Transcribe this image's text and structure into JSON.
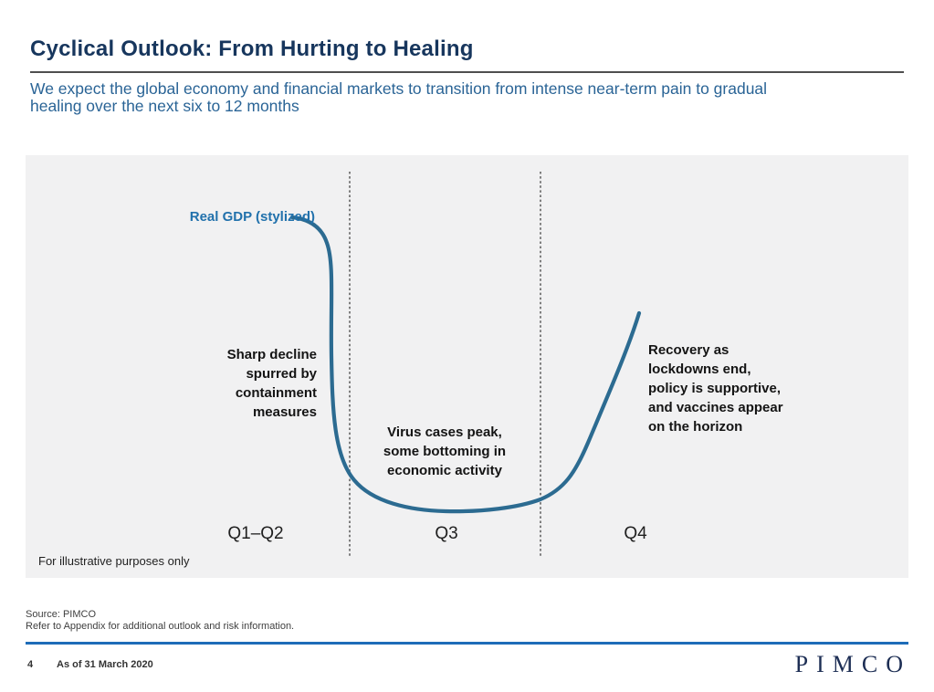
{
  "header": {
    "title": "Cyclical Outlook: From Hurting to Healing",
    "subtitle": "We expect the global economy and financial markets to transition from intense near-term pain to gradual\nhealing over the next six to 12 months"
  },
  "chart": {
    "series_label": "Real GDP (stylized)",
    "annotations": {
      "decline": "Sharp decline\nspurred by\ncontainment\nmeasures",
      "trough": "Virus cases peak,\nsome bottoming in\neconomic activity",
      "recovery": "Recovery as\nlockdowns end,\npolicy is supportive,\nand vaccines appear\non the horizon"
    },
    "quarters": [
      "Q1–Q2",
      "Q3",
      "Q4"
    ],
    "disclaimer": "For illustrative purposes only"
  },
  "chart_data": {
    "type": "line",
    "title": "Real GDP (stylized)",
    "xlabel": "",
    "ylabel": "",
    "x_categories": [
      "Q1–Q2",
      "Q3",
      "Q4"
    ],
    "grid": false,
    "axes_visible": false,
    "legend_position": "inline-label at start of curve",
    "note": "Illustrative U-shaped curve; no numeric axes shown. Values below are estimated from curve shape, x normalized 0-1 across the curve span, y as stylized GDP index (trough ~ 13, start 100).",
    "series": [
      {
        "name": "Real GDP (stylized)",
        "x": [
          0.0,
          0.1,
          0.11,
          0.12,
          0.17,
          0.42,
          0.6,
          0.72,
          0.85,
          1.0
        ],
        "values": [
          100,
          91,
          67,
          38,
          24,
          14,
          14,
          17,
          34,
          72
        ]
      }
    ],
    "phase_dividers": {
      "style": "vertical dotted lines",
      "x_positions_normalized_to_curve_span": [
        0.17,
        0.72
      ],
      "phases": [
        "Q1–Q2 sharp decline",
        "Q3 bottoming",
        "Q4 recovery"
      ]
    },
    "annotations": [
      "Sharp decline spurred by containment measures",
      "Virus cases peak, some bottoming in economic activity",
      "Recovery as lockdowns end, policy is supportive, and vaccines appear on the horizon"
    ],
    "colors": {
      "curve": "#2c6b91",
      "series_label": "#2171ac",
      "plot_background": "#f1f1f2",
      "divider": "#4d4d4d"
    }
  },
  "source": {
    "line1": "Source: PIMCO",
    "line2": "Refer to Appendix for additional outlook and risk information."
  },
  "footer": {
    "page_number": "4",
    "as_of": "As of 31 March 2020",
    "logo": "PIMCO",
    "rule_color": "#1e6cb8"
  }
}
